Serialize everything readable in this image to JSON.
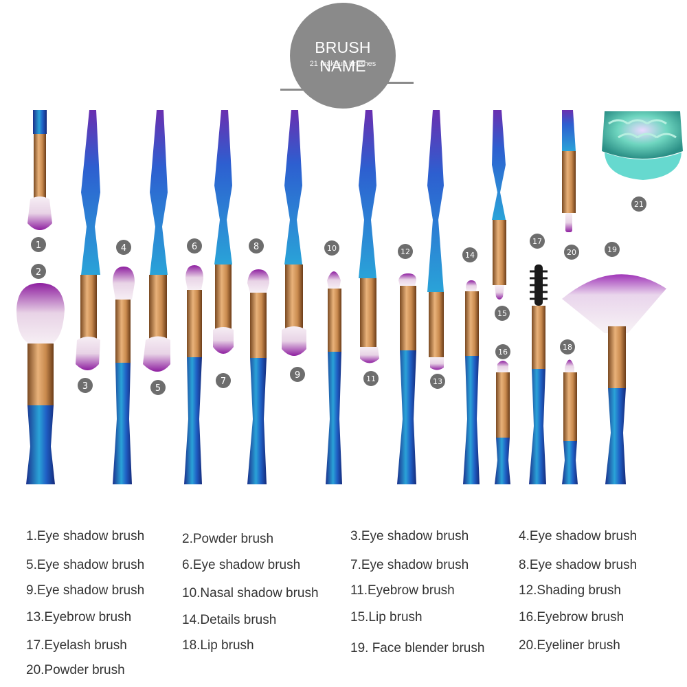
{
  "header": {
    "title": "BRUSH NAME",
    "subtitle": "21 makeup brushes"
  },
  "brush_numbers": [
    "1",
    "2",
    "3",
    "4",
    "5",
    "6",
    "7",
    "8",
    "9",
    "10",
    "11",
    "12",
    "13",
    "14",
    "15",
    "16",
    "17",
    "18",
    "19",
    "20",
    "21"
  ],
  "legend": [
    "1.Eye shadow brush",
    "2.Powder brush",
    "3.Eye shadow brush",
    "4.Eye shadow brush",
    "5.Eye shadow brush",
    "6.Eye shadow brush",
    "7.Eye shadow brush",
    "8.Eye shadow brush",
    "9.Eye shadow brush",
    "10.Nasal shadow brush",
    "11.Eyebrow brush",
    "12.Shading brush",
    "13.Eyebrow brush",
    "14.Details brush",
    "15.Lip brush",
    "16.Eyebrow brush",
    "17.Eyelash brush",
    "18.Lip brush",
    "19. Face blender brush",
    "20.Eyeliner brush",
    "20.Powder brush"
  ],
  "colors": {
    "handle_dark": "#1d3fa0",
    "handle_light": "#2aa3d8",
    "handle_purple": "#6a2fb0",
    "ferrule": "#c98a4e",
    "bristle_tip": "#8e1fa0",
    "bristle_base": "#f4e9f0",
    "header_gray": "#8a8a8a"
  }
}
